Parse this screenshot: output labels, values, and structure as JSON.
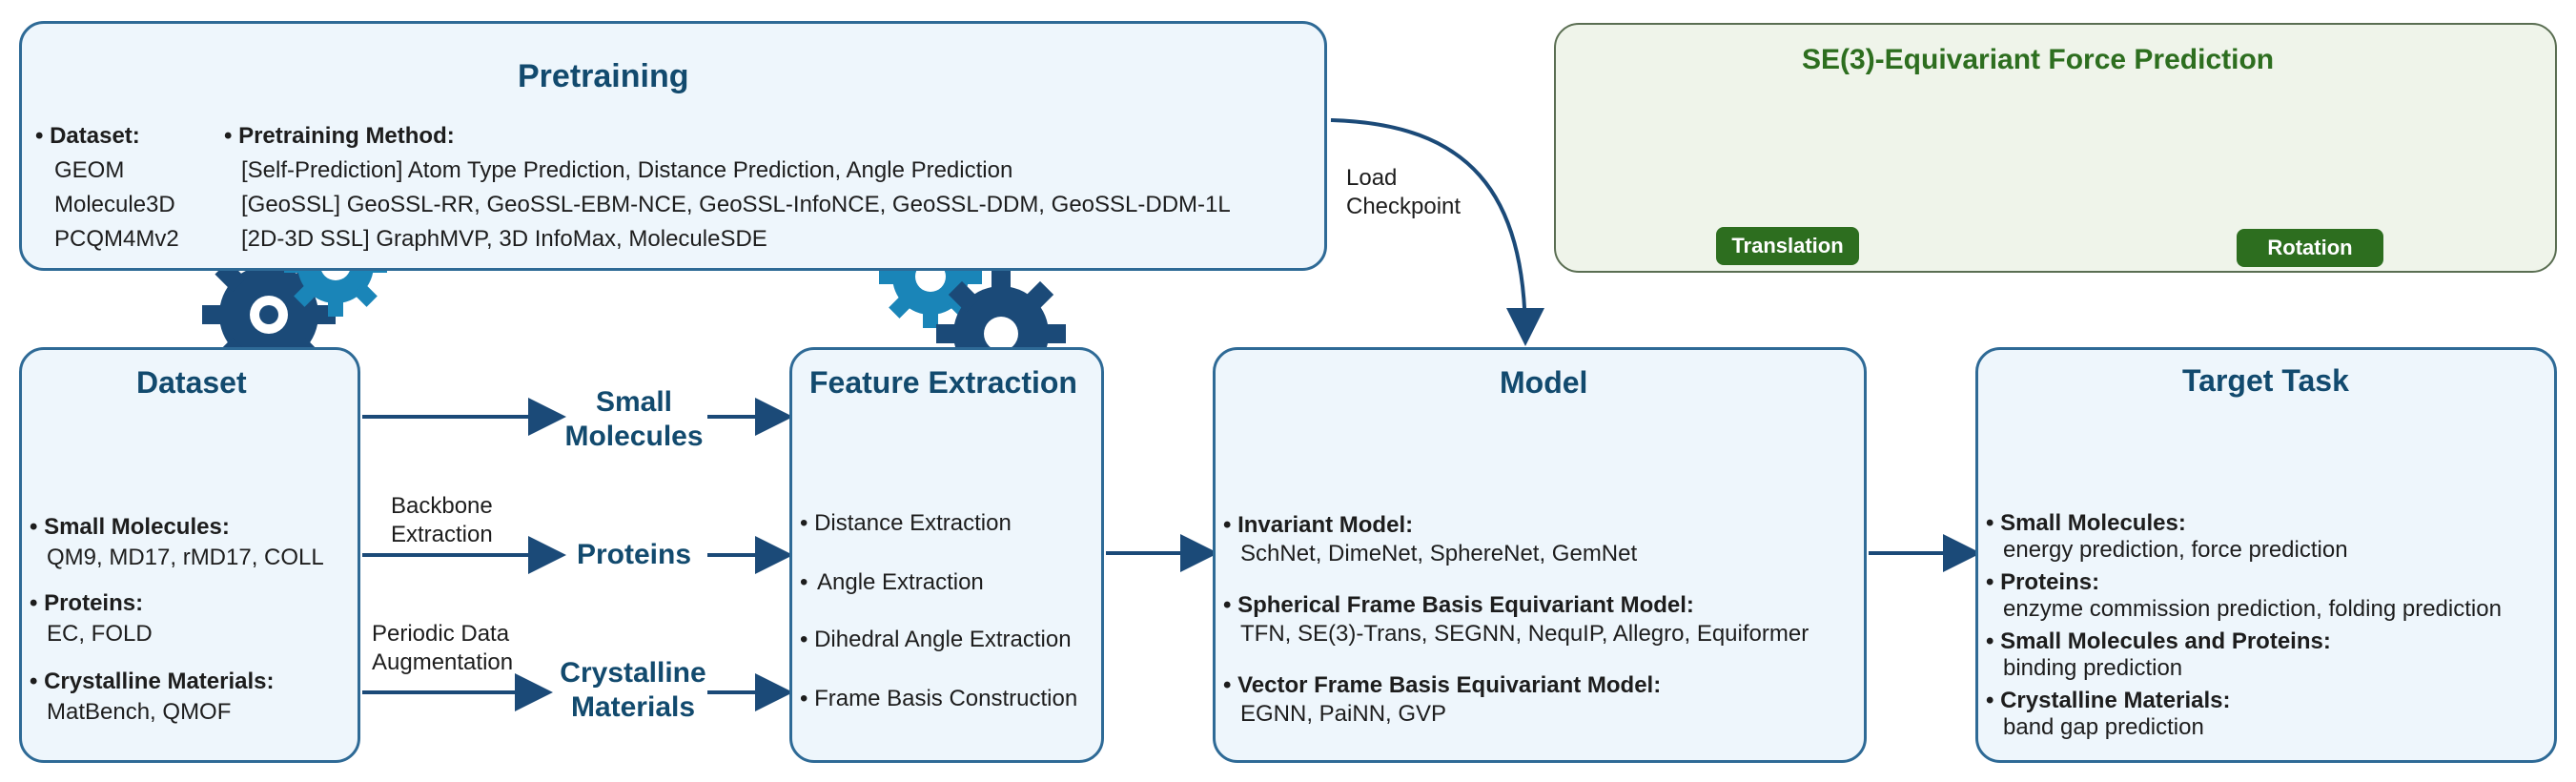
{
  "pretraining": {
    "title": "Pretraining",
    "dataset_header": "Dataset:",
    "datasets": [
      "GEOM",
      "Molecule3D",
      "PCQM4Mv2"
    ],
    "method_header": "Pretraining Method:",
    "methods": [
      "[Self-Prediction] Atom Type Prediction, Distance Prediction, Angle Prediction",
      "[GeoSSL] GeoSSL-RR, GeoSSL-EBM-NCE, GeoSSL-InfoNCE, GeoSSL-DDM, GeoSSL-DDM-1L",
      "[2D-3D SSL] GraphMVP, 3D InfoMax, MoleculeSDE"
    ]
  },
  "load_checkpoint": "Load\nCheckpoint",
  "se3": {
    "title": "SE(3)-Equivariant Force Prediction",
    "translation": "Translation",
    "rotation": "Rotation"
  },
  "dataset": {
    "title": "Dataset",
    "groups": [
      {
        "header": "Small Molecules:",
        "items": "QM9, MD17, rMD17, COLL"
      },
      {
        "header": "Proteins:",
        "items": "EC, FOLD"
      },
      {
        "header": "Crystalline Materials:",
        "items": "MatBench, QMOF"
      }
    ]
  },
  "flows": {
    "small_molecules": "Small\nMolecules",
    "proteins": "Proteins",
    "crystalline": "Crystalline\nMaterials",
    "backbone": "Backbone\nExtraction",
    "periodic": "Periodic Data\nAugmentation"
  },
  "feature": {
    "title": "Feature Extraction",
    "items": [
      "Distance Extraction",
      "Angle Extraction",
      "Dihedral Angle Extraction",
      "Frame Basis Construction"
    ]
  },
  "model": {
    "title": "Model",
    "groups": [
      {
        "header": "Invariant Model:",
        "items": "SchNet, DimeNet, SphereNet, GemNet"
      },
      {
        "header": "Spherical Frame Basis Equivariant Model:",
        "items": "TFN, SE(3)-Trans, SEGNN, NequIP, Allegro, Equiformer"
      },
      {
        "header": "Vector Frame Basis Equivariant Model:",
        "items": "EGNN, PaiNN, GVP"
      }
    ]
  },
  "target": {
    "title": "Target Task",
    "groups": [
      {
        "header": "Small Molecules:",
        "items": "energy prediction, force prediction"
      },
      {
        "header": "Proteins:",
        "items": "enzyme commission prediction, folding prediction"
      },
      {
        "header": "Small Molecules and Proteins:",
        "items": "binding prediction"
      },
      {
        "header": "Crystalline Materials:",
        "items": "band gap prediction"
      }
    ]
  },
  "colors": {
    "border": "#2e6a96",
    "fill": "#eef6fc",
    "title": "#124a6e",
    "arrow": "#1b4a78",
    "gear": "#1a85b8",
    "gear_dark": "#1b4a78",
    "se3_fill": "#eff4ea",
    "se3_title": "#2d6e1f",
    "carbon": "#333333",
    "oxygen": "#d43a3a",
    "nitrogen": "#3f8fd0",
    "hydrogen": "#7cc8ea"
  },
  "icons": [
    "gear-icon",
    "database-icon",
    "document-icon",
    "neural-network-icon",
    "target-icon",
    "molecule-icon",
    "axes-icon"
  ]
}
